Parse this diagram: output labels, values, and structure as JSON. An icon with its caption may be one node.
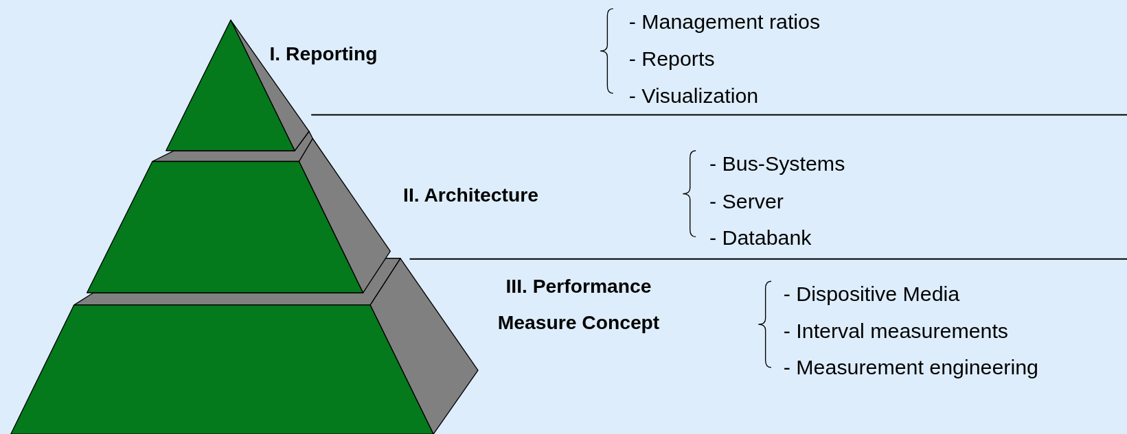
{
  "diagram": {
    "labels": [
      "I. Reporting",
      "- Management ratios",
      "- Reports",
      "- Visualization",
      "II. Architecture",
      "- Bus-Systems",
      "- Server",
      "- Databank",
      "III. Performance Measure Concept",
      "- Dispositive Media",
      "- Interval measurements",
      "- Measurement engineering"
    ]
  }
}
